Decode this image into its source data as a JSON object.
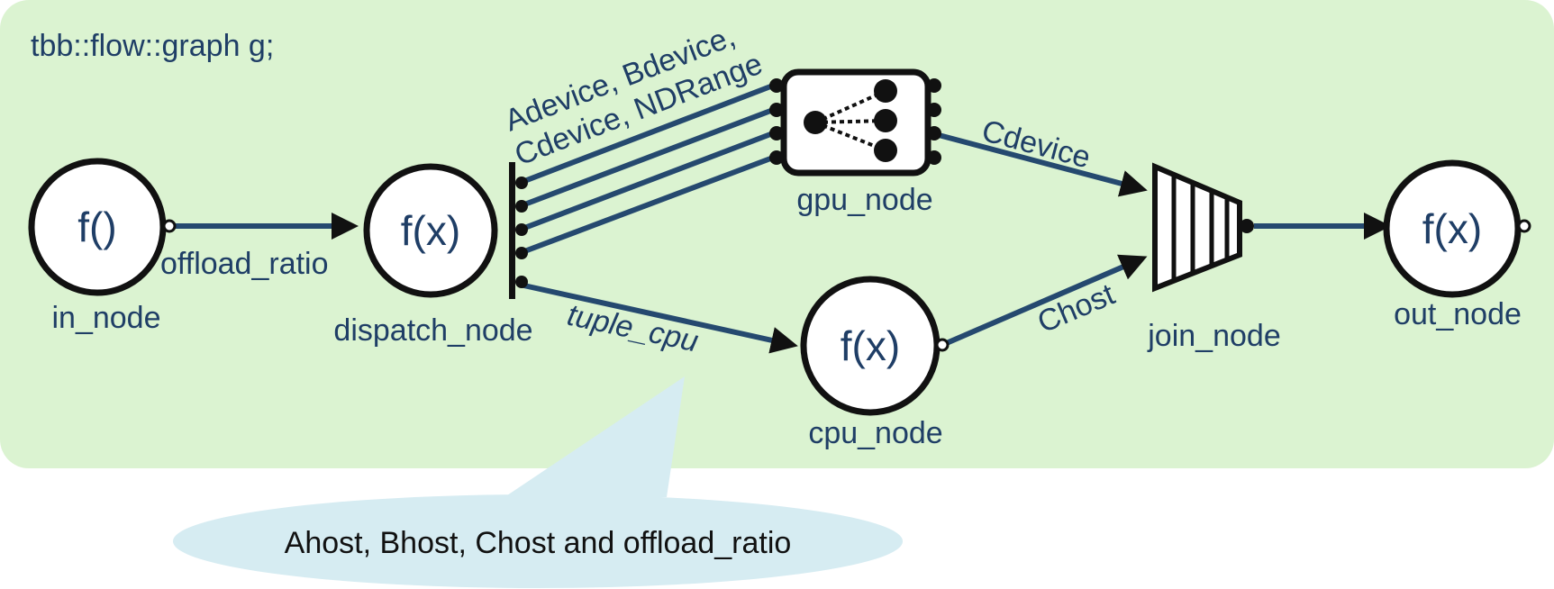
{
  "graph_decl": "tbb::flow::graph g;",
  "nodes": {
    "in_node": {
      "label": "in_node",
      "body": "f()"
    },
    "dispatch_node": {
      "label": "dispatch_node",
      "body": "f(x)"
    },
    "gpu_node": {
      "label": "gpu_node"
    },
    "cpu_node": {
      "label": "cpu_node",
      "body": "f(x)"
    },
    "join_node": {
      "label": "join_node"
    },
    "out_node": {
      "label": "out_node",
      "body": "f(x)"
    }
  },
  "edges": {
    "offload_ratio": "offload_ratio",
    "gpu_inputs_line1": "Adevice, Bdevice,",
    "gpu_inputs_line2": "Cdevice, NDRange",
    "tuple_cpu": "tuple_cpu",
    "gpu_output": "Cdevice",
    "cpu_output": "Chost"
  },
  "callout": "Ahost, Bhost, Chost and offload_ratio",
  "colors": {
    "background_panel": "#dbf3d1",
    "edge": "#25496f",
    "text": "#1f3e66",
    "callout": "#d6ecf2"
  }
}
